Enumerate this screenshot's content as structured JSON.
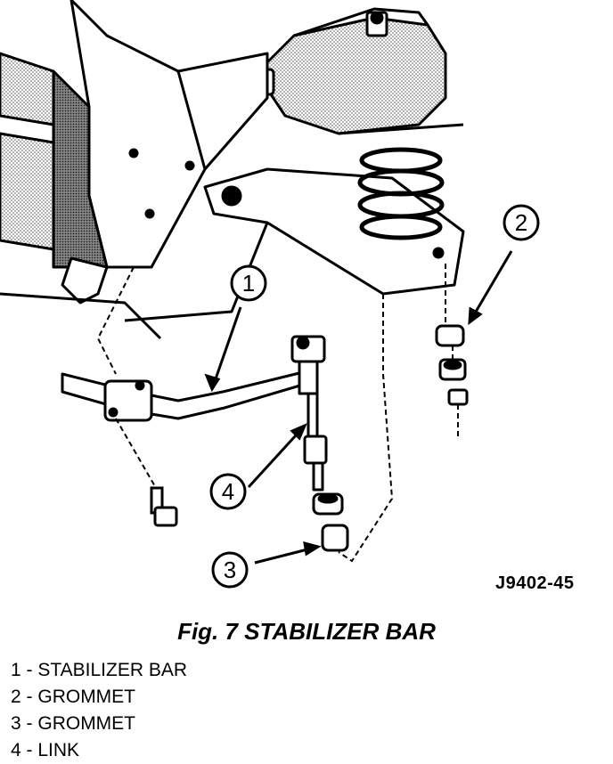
{
  "figure_id": "J9402-45",
  "caption": "Fig. 7 STABILIZER BAR",
  "callouts": [
    "1",
    "2",
    "3",
    "4"
  ],
  "legend": [
    {
      "num": "1",
      "label": "STABILIZER BAR"
    },
    {
      "num": "2",
      "label": "GROMMET"
    },
    {
      "num": "3",
      "label": "GROMMET"
    },
    {
      "num": "4",
      "label": "LINK"
    }
  ]
}
